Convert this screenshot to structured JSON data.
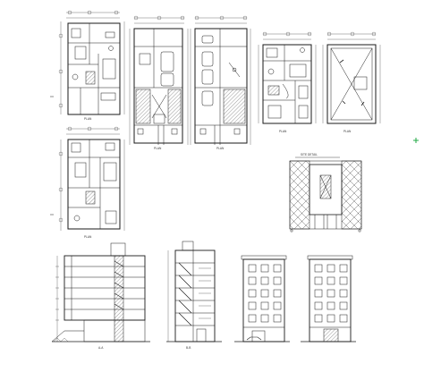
{
  "sheet": {
    "background": "#ffffff",
    "line_color": "#1a1a1a",
    "hatch_color": "#555555",
    "accent_marker_color": "#22aa44"
  },
  "captions": {
    "plan_1": "PLAN",
    "plan_2": "PLAN",
    "parking_plan_1": "PLAN",
    "parking_plan_2": "PLAN",
    "typical_plan": "PLAN",
    "roof_plan": "PLAN",
    "site_detail_title": "SITE DETAIL",
    "section_a": "A-A",
    "section_b": "B-B",
    "elevation_front": "",
    "elevation_rear": ""
  },
  "drawings": [
    {
      "name": "ground-floor-plan",
      "kind": "floor-plan"
    },
    {
      "name": "first-floor-plan",
      "kind": "floor-plan"
    },
    {
      "name": "parking-plan-1",
      "kind": "parking-plan"
    },
    {
      "name": "parking-plan-2",
      "kind": "parking-plan"
    },
    {
      "name": "typical-floor-plan",
      "kind": "floor-plan"
    },
    {
      "name": "roof-plan",
      "kind": "roof-plan"
    },
    {
      "name": "site-detail",
      "kind": "detail"
    },
    {
      "name": "longitudinal-section",
      "kind": "section"
    },
    {
      "name": "cross-section",
      "kind": "section"
    },
    {
      "name": "front-elevation",
      "kind": "elevation"
    },
    {
      "name": "rear-elevation",
      "kind": "elevation"
    }
  ]
}
